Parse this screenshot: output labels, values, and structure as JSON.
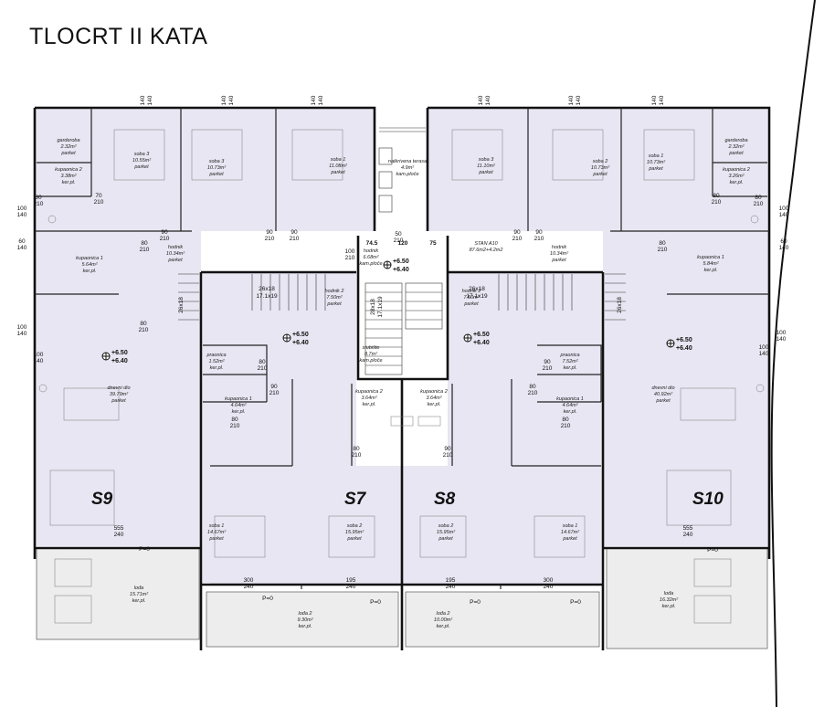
{
  "title": "TLOCRT II KATA",
  "colors": {
    "unit_fill": "#e8e6f2",
    "loggia_fill": "#ededed",
    "wall": "#111111",
    "dim_text": "#111111"
  },
  "units": [
    "S9",
    "S7",
    "S8",
    "S10"
  ],
  "levels": [
    {
      "top": "+6.50",
      "bottom": "+6.40"
    },
    {
      "top": "+6.50",
      "bottom": "+6.40"
    },
    {
      "top": "+6.50",
      "bottom": "+6.40"
    },
    {
      "top": "+6.50",
      "bottom": "+6.40"
    },
    {
      "top": "+6.50",
      "bottom": "+6.40"
    },
    {
      "top": "+6.50",
      "bottom": "+6.40"
    }
  ],
  "rooms": [
    {
      "name": "garderoba",
      "area": "2.32m²",
      "floor": "parket"
    },
    {
      "name": "kupaonica 2",
      "area": "3.38m²",
      "floor": "ker.pl."
    },
    {
      "name": "soba 3",
      "area": "10.55m²",
      "floor": "parket"
    },
    {
      "name": "soba 3",
      "area": "10.73m²",
      "floor": "parket"
    },
    {
      "name": "soba 1",
      "area": "11.08m²",
      "floor": "parket"
    },
    {
      "name": "natkrivena terasa",
      "area": "4.9m²",
      "floor": "kam.ploče"
    },
    {
      "name": "soba 3",
      "area": "11.10m²",
      "floor": "parket"
    },
    {
      "name": "soba 2",
      "area": "10.73m²",
      "floor": "parket"
    },
    {
      "name": "soba 1",
      "area": "10.73m²",
      "floor": "parket"
    },
    {
      "name": "garderoba",
      "area": "2.32m²",
      "floor": "parket"
    },
    {
      "name": "kupaonica 2",
      "area": "3.26m²",
      "floor": "ker.pl."
    },
    {
      "name": "hodnik",
      "area": "10.34m²",
      "floor": "parket"
    },
    {
      "name": "kupaonica 1",
      "area": "5.64m²",
      "floor": "ker.pl."
    },
    {
      "name": "hodnik",
      "area": "6.68m²",
      "floor": "kam.ploče"
    },
    {
      "name": "STAN A10",
      "area": "87.6m2+4.2m2",
      "floor": ""
    },
    {
      "name": "hodnik",
      "area": "10.34m²",
      "floor": "parket"
    },
    {
      "name": "kupaonica 1",
      "area": "5.84m²",
      "floor": "ker.pl."
    },
    {
      "name": "hodnik 2",
      "area": "7.50m²",
      "floor": "parket"
    },
    {
      "name": "hodnik 2",
      "area": "7.50m²",
      "floor": "parket"
    },
    {
      "name": "stubište",
      "area": "8.7m²",
      "floor": "kam.ploče"
    },
    {
      "name": "dnevni dio",
      "area": "39.79m²",
      "floor": "parket"
    },
    {
      "name": "praonica",
      "area": "1.52m²",
      "floor": "ker.pl."
    },
    {
      "name": "praonica",
      "area": "7.52m²",
      "floor": "ker.pl."
    },
    {
      "name": "dnevni dio",
      "area": "40.92m²",
      "floor": "parket"
    },
    {
      "name": "kupaonica 1",
      "area": "4.64m²",
      "floor": "ker.pl."
    },
    {
      "name": "kupaonica 2",
      "area": "3.64m²",
      "floor": "ker.pl."
    },
    {
      "name": "kupaonica 2",
      "area": "3.64m²",
      "floor": "ker.pl."
    },
    {
      "name": "kupaonica 1",
      "area": "4.64m²",
      "floor": "ker.pl."
    },
    {
      "name": "soba 1",
      "area": "14.67m²",
      "floor": "parket"
    },
    {
      "name": "soba 2",
      "area": "15.95m²",
      "floor": "parket"
    },
    {
      "name": "soba 2",
      "area": "15.95m²",
      "floor": "parket"
    },
    {
      "name": "soba 1",
      "area": "14.67m²",
      "floor": "parket"
    },
    {
      "name": "lođa",
      "area": "15.71m²",
      "floor": "ker.pl."
    },
    {
      "name": "lođa 2",
      "area": "9.30m²",
      "floor": "ker.pl."
    },
    {
      "name": "lođa 2",
      "area": "10.00m²",
      "floor": "ker.pl."
    },
    {
      "name": "lođa",
      "area": "16.32m²",
      "floor": "ker.pl."
    }
  ],
  "dimensions": {
    "top_door_marks": [
      "140",
      "140",
      "140",
      "140",
      "140",
      "140",
      "140",
      "140",
      "140",
      "140",
      "140",
      "140"
    ],
    "stair_widths": [
      "74.5",
      "120",
      "75"
    ],
    "door_sizes": [
      "70/210",
      "90/210",
      "90/210",
      "90/210",
      "80/210",
      "100/210",
      "50/210",
      "90/210",
      "90/210",
      "80/210",
      "80/210",
      "80/210",
      "80/210",
      "90/210",
      "90/210",
      "80/210",
      "80/210",
      "80/210",
      "80/210",
      "90/210",
      "80/210",
      "80/210",
      "300/240",
      "195/240",
      "195/240",
      "300/240",
      "555/240",
      "555/240"
    ],
    "window_marks": [
      "100/140",
      "60/140",
      "100/140",
      "100/140",
      "100/140",
      "60/140",
      "100/140",
      "100/140"
    ],
    "stairs": [
      "26x18",
      "17.1x19",
      "26x18",
      "17.1x19",
      "28x18",
      "17.1x19",
      "26x18",
      "26x18"
    ],
    "thresholds": [
      "P=0",
      "P=0",
      "P=0",
      "P=0",
      "P=0",
      "P=0"
    ]
  }
}
